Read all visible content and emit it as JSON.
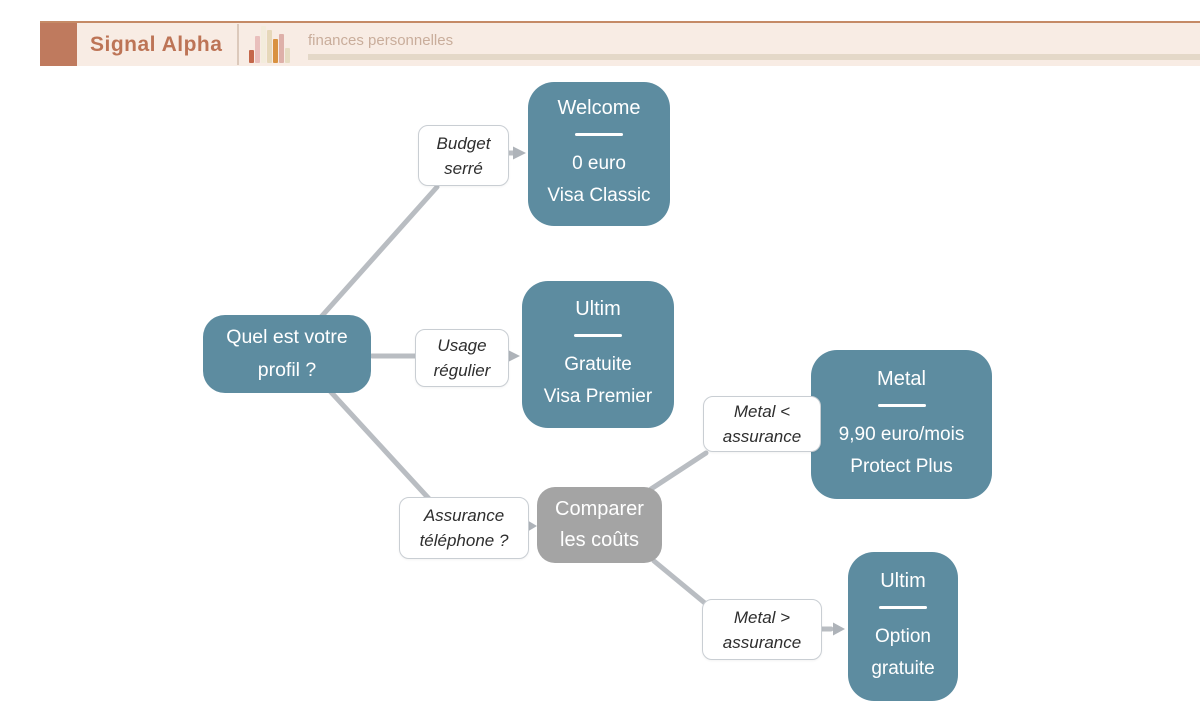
{
  "header": {
    "brand": "Signal Alpha",
    "topic": "finances personnelles"
  },
  "colors": {
    "accent_terracotta": "#bf7a5e",
    "header_background": "#f8ece4",
    "node_teal": "#5d8ca0",
    "node_gray": "#a4a4a4",
    "connector_gray": "#b9bdc2"
  },
  "diagram": {
    "root": {
      "lines": [
        "Quel est votre",
        "profil ?"
      ]
    },
    "conditions": {
      "budget": [
        "Budget",
        "serré"
      ],
      "usage": [
        "Usage",
        "régulier"
      ],
      "assurance": [
        "Assurance",
        "téléphone ?"
      ],
      "metal_lt": [
        "Metal <",
        "assurance"
      ],
      "metal_gt": [
        "Metal >",
        "assurance"
      ]
    },
    "nodes": {
      "welcome": {
        "title": "Welcome",
        "details": [
          "0 euro",
          "Visa Classic"
        ]
      },
      "ultim": {
        "title": "Ultim",
        "details": [
          "Gratuite",
          "Visa Premier"
        ]
      },
      "compare": {
        "lines": [
          "Comparer",
          "les coûts"
        ]
      },
      "metal": {
        "title": "Metal",
        "details": [
          "9,90 euro/mois",
          "Protect Plus"
        ]
      },
      "ultim_option": {
        "title": "Ultim",
        "details": [
          "Option",
          "gratuite"
        ]
      }
    }
  }
}
